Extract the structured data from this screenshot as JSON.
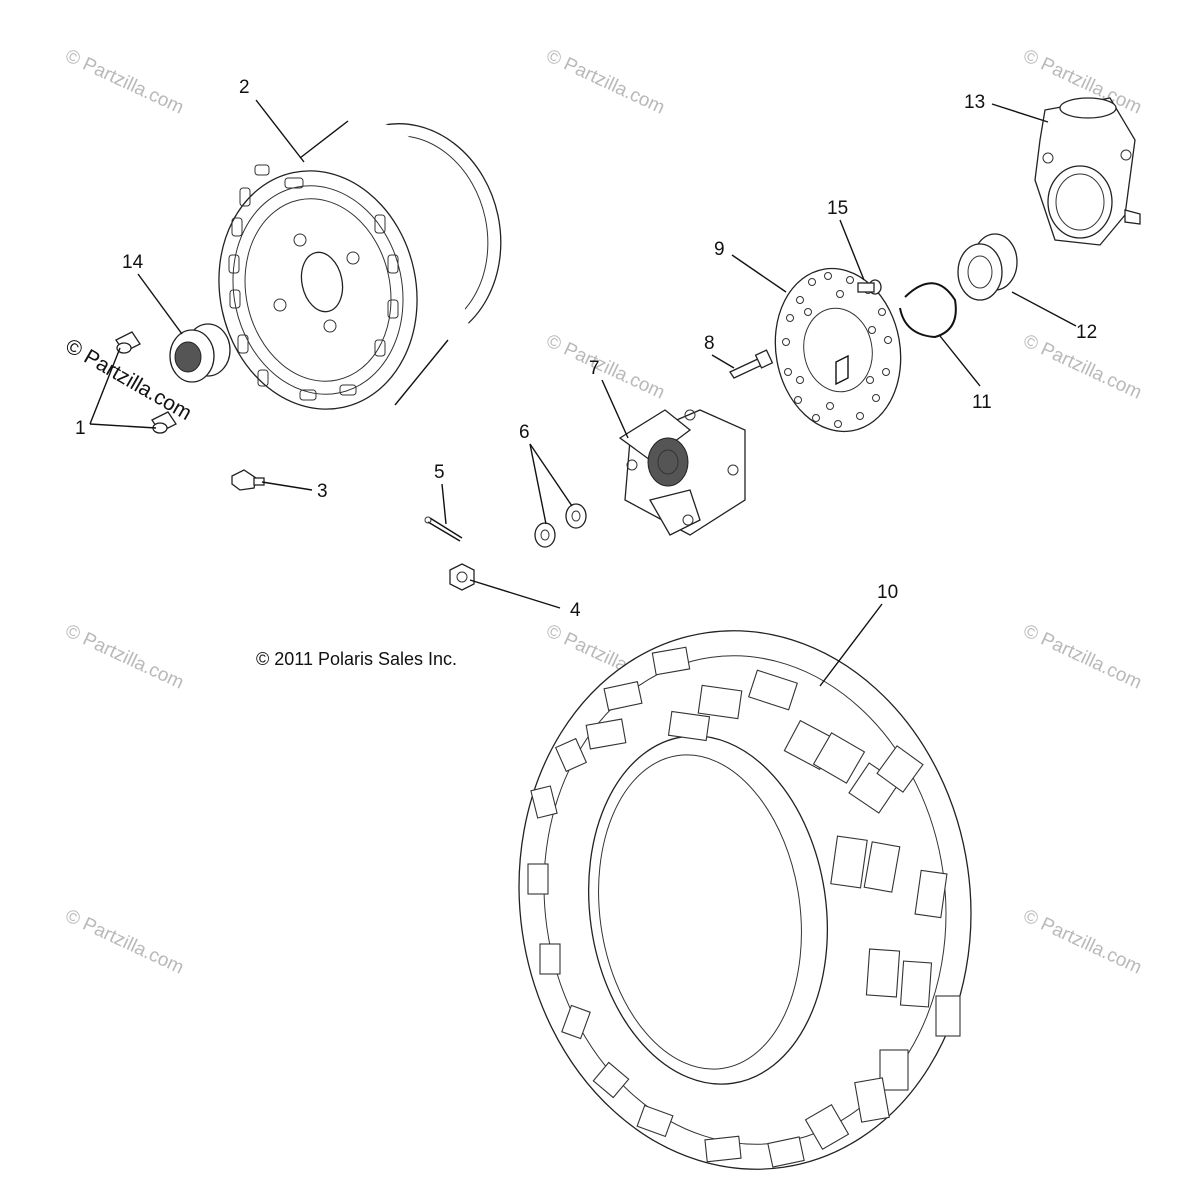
{
  "diagram": {
    "copyright": "© 2011 Polaris Sales Inc.",
    "watermark_text": "© Partzilla.com",
    "callouts": [
      "1",
      "2",
      "3",
      "4",
      "5",
      "6",
      "7",
      "8",
      "9",
      "10",
      "11",
      "12",
      "13",
      "14",
      "15"
    ]
  }
}
